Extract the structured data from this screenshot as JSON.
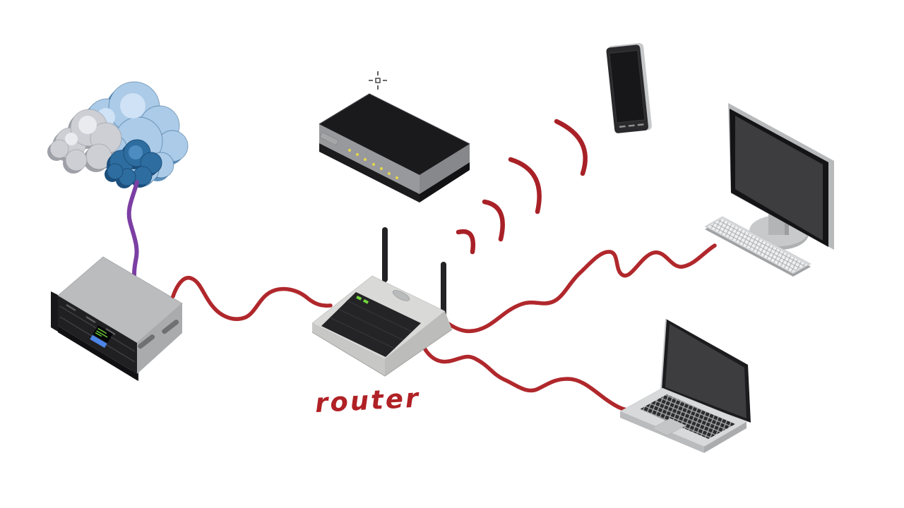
{
  "diagram": {
    "type": "home-network-diagram",
    "router_label": "router",
    "nodes": [
      {
        "id": "internet-cloud",
        "icon": "cloud-icon"
      },
      {
        "id": "server",
        "icon": "server-icon"
      },
      {
        "id": "modem",
        "icon": "modem-icon"
      },
      {
        "id": "router",
        "icon": "wireless-router-icon"
      },
      {
        "id": "smartphone",
        "icon": "smartphone-icon"
      },
      {
        "id": "desktop-computer",
        "icon": "monitor-icon"
      },
      {
        "id": "keyboard",
        "icon": "keyboard-icon"
      },
      {
        "id": "laptop",
        "icon": "laptop-icon"
      }
    ],
    "connections": [
      {
        "from": "internet-cloud",
        "to": "server",
        "type": "wired",
        "color": "purple"
      },
      {
        "from": "server",
        "to": "router",
        "type": "wired",
        "color": "red"
      },
      {
        "from": "router",
        "to": "desktop-computer",
        "type": "wired",
        "color": "red"
      },
      {
        "from": "router",
        "to": "laptop",
        "type": "wired",
        "color": "red"
      },
      {
        "from": "router",
        "to": "smartphone",
        "type": "wireless",
        "color": "red"
      }
    ]
  },
  "colors": {
    "background": "#ffffff",
    "cable_red": "#b0282c",
    "wifi_red": "#a82127",
    "cable_purple": "#7b3fa3",
    "label_red": "#b02125",
    "led_green": "#72d63c",
    "led_yellow": "#e3d44f",
    "cloud_light_blue": "#abcbe8",
    "cloud_mid_blue": "#5d8fbc",
    "cloud_dark_blue": "#2e6da0",
    "cloud_navy": "#1c4f7c",
    "cloud_gray": "#cdcfd4",
    "cloud_gray_shadow": "#9fa1a8"
  }
}
